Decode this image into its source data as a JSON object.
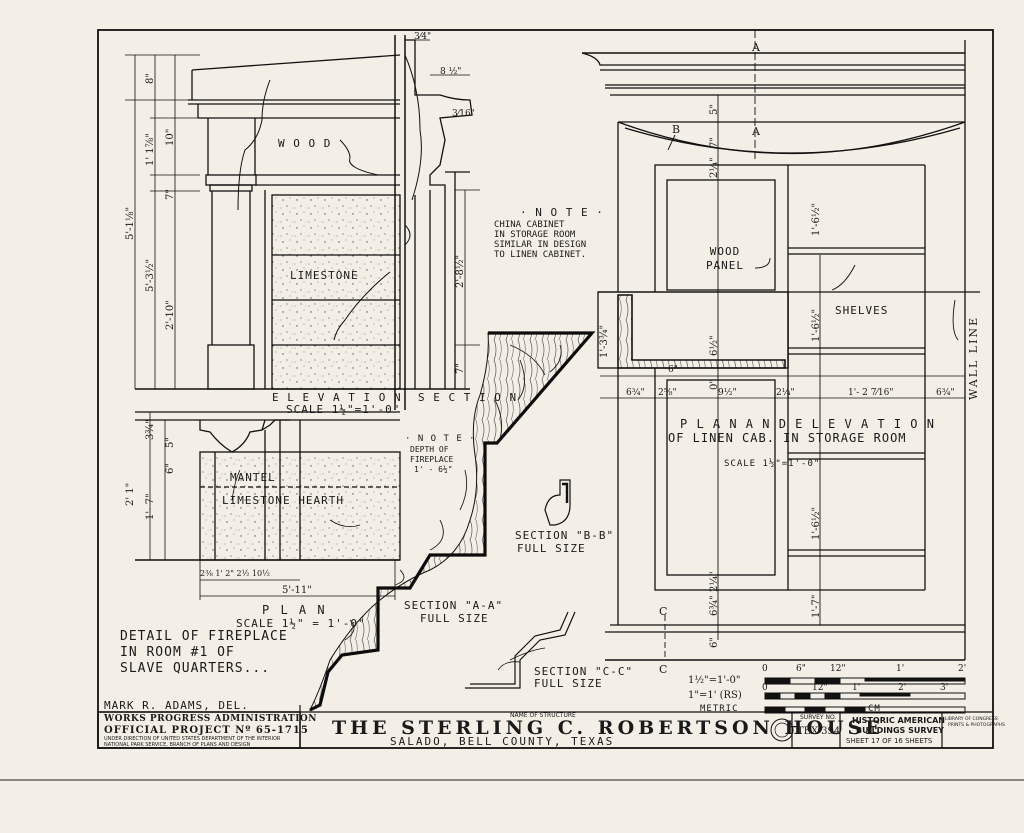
{
  "elevation_view": {
    "wood_label": "W O O D",
    "limestone_label": "LIMESTONE",
    "elevation_label": "E L E V A T I O N",
    "section_label": "S E C T I O N",
    "scale": "SCALE 1½\"=1'-0\"",
    "dims": {
      "d8": "8\"",
      "d178": "1' 1⅞\"",
      "d10": "10\"",
      "d7": "7\"",
      "d5118": "5'-1⅛\"",
      "d5312": "5'-3½\"",
      "d210": "2'-10\"",
      "d34": "3⁄4\"",
      "d812": "8 ½\"",
      "d3116": "3⁄16\"",
      "d2812": "2'-8½\"",
      "d7b": "7\""
    }
  },
  "note_cabinet": {
    "heading": "· N O T E ·",
    "lines": [
      "CHINA CABINET",
      "IN STORAGE ROOM",
      "SIMILAR IN DESIGN",
      "TO LINEN CABINET."
    ]
  },
  "note_depth": {
    "heading": "· N O T E ·",
    "lines": [
      "DEPTH OF",
      "FIREPLACE",
      "1' - 6½\""
    ]
  },
  "plan_view": {
    "mantel_label": "MANTEL",
    "hearth_label": "LIMESTONE HEARTH",
    "title": "P L A N",
    "scale": "SCALE 1½\" = 1'-0\"",
    "dims": {
      "d21": "2' 1\"",
      "d17": "1'- 7\"",
      "d511": "5'-11\"",
      "d134": "3¾\"",
      "d5": "5\"",
      "d6": "6\"",
      "bottom": "2⅜  1'  2\"  2½  10½"
    }
  },
  "detail_title": {
    "lines": [
      "DETAIL OF FIREPLACE",
      "IN ROOM #1 OF",
      "SLAVE QUARTERS..."
    ]
  },
  "sections": {
    "aa": {
      "title": "SECTION \"A-A\"",
      "sub": "FULL SIZE"
    },
    "bb": {
      "title": "SECTION \"B-B\"",
      "sub": "FULL SIZE"
    },
    "cc": {
      "title": "SECTION \"C-C\"",
      "sub": "FULL SIZE"
    }
  },
  "cabinet": {
    "a_mark": "A",
    "a_mark2": "A",
    "b_mark": "B",
    "c_mark": "C",
    "c_mark2": "C",
    "wood_panel": "WOOD PANEL",
    "shelves": "SHELVES",
    "wall_line": "WALL LINE",
    "plan_title_1": "P L A N   A N D   E L E V A T I O N",
    "plan_title_2": "OF LINEN CAB. IN STORAGE ROOM",
    "scale": "SCALE   1½\"=1'-0\"",
    "dims": {
      "d5": "5\"",
      "d7": "7\"",
      "d214a": "2¼\"",
      "d134b": "1'-3¾\"",
      "d612": "6½\"",
      "d634a": "6¾\"",
      "d258": "2⅝\"",
      "d912": "9½\"",
      "d214b": "2¼\"",
      "d12716": "1'- 2 7⁄16\"",
      "d634b": "6¾\"",
      "d1612a": "1'-6½\"",
      "d1612b": "1'-6½\"",
      "d1612c": "1'-6½\"",
      "d634c": "6¾\"",
      "d214c": "2¼\"",
      "d17": "1'-7\"",
      "d6": "6\"",
      "d0": "0\"",
      "d6b": "6\""
    }
  },
  "scale_bar": {
    "row1_label": "1½\"=1'-0\"",
    "row2_label": "1\"=1' (RS)",
    "row3_label": "METRIC",
    "row3_unit": "CM",
    "ticks1": [
      "0",
      "6\"",
      "12\"",
      "1'",
      "2'"
    ],
    "ticks2": [
      "0",
      "12\"",
      "1'",
      "2'",
      "3'"
    ]
  },
  "title_block": {
    "delineator": "MARK R. ADAMS, DEL.",
    "wpa": "WORKS PROGRESS ADMINISTRATION",
    "project": "OFFICIAL PROJECT Nº 65-1715",
    "under1": "UNDER DIRECTION OF UNITED STATES DEPARTMENT OF THE INTERIOR",
    "under2": "NATIONAL PARK SERVICE, BRANCH OF PLANS AND DESIGN",
    "name_caption": "NAME OF STRUCTURE",
    "name": "THE STERLING C. ROBERTSON HOUSE",
    "location": "SALADO,  BELL  COUNTY,  TEXAS",
    "survey_caption": "SURVEY NO.",
    "survey_no": "TEX-394",
    "habs1": "HISTORIC AMERICAN",
    "habs2": "BUILDINGS SURVEY",
    "sheet": "SHEET 17  OF 16  SHEETS",
    "lib1": "LIBRARY OF CONGRESS",
    "lib2": "PRINTS & PHOTOGRAPHS"
  }
}
